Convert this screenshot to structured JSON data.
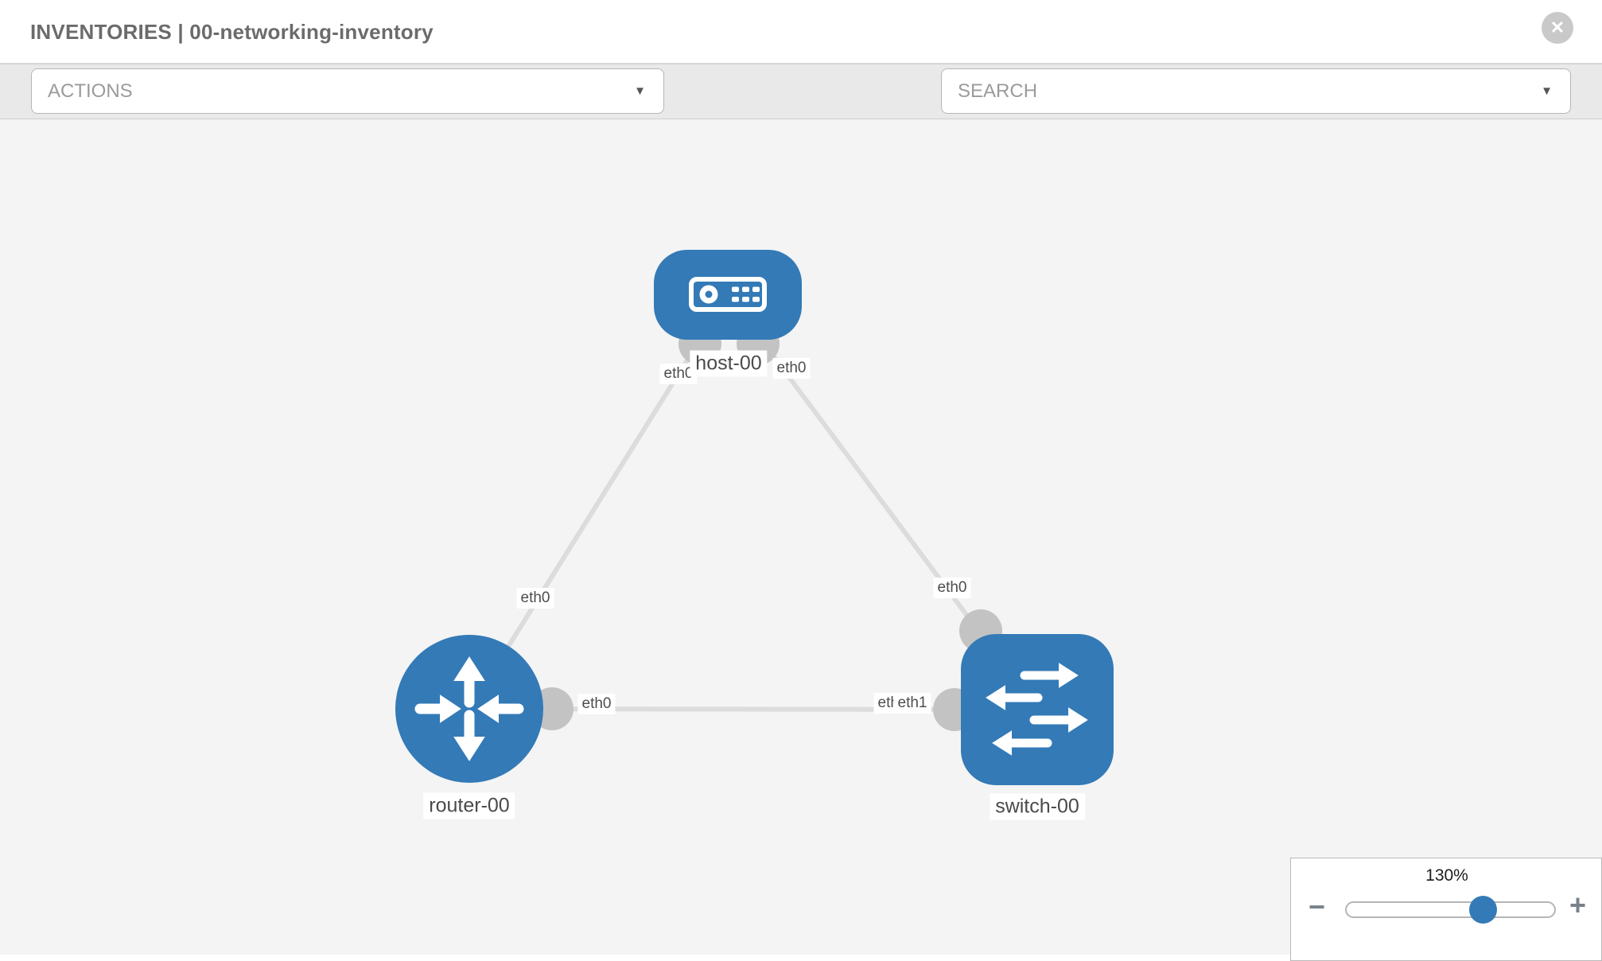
{
  "header": {
    "title": "INVENTORIES | 00-networking-inventory",
    "close_glyph": "✕"
  },
  "toolbar": {
    "actions_label": "ACTIONS",
    "search_label": "SEARCH",
    "caret_glyph": "▼"
  },
  "canvas": {
    "nodes": [
      {
        "label": "host-00",
        "type": "host"
      },
      {
        "label": "router-00",
        "type": "router"
      },
      {
        "label": "switch-00",
        "type": "switch"
      }
    ],
    "links": [
      {
        "from": "host-00",
        "to": "router-00",
        "from_if": "eth0",
        "to_if": "eth0"
      },
      {
        "from": "host-00",
        "to": "switch-00",
        "from_if": "eth0",
        "to_if": "eth0"
      },
      {
        "from": "router-00",
        "to": "switch-00",
        "from_if": "eth0",
        "to_if": "eth1",
        "to_if_overlapped": "eth0"
      }
    ]
  },
  "zoom_control": {
    "level": "130%",
    "minus_glyph": "−",
    "plus_glyph": "+"
  },
  "colors": {
    "accent_blue": "#337ab7",
    "link_gray": "#dcdcdc",
    "port_gray": "#c3c3c3"
  }
}
